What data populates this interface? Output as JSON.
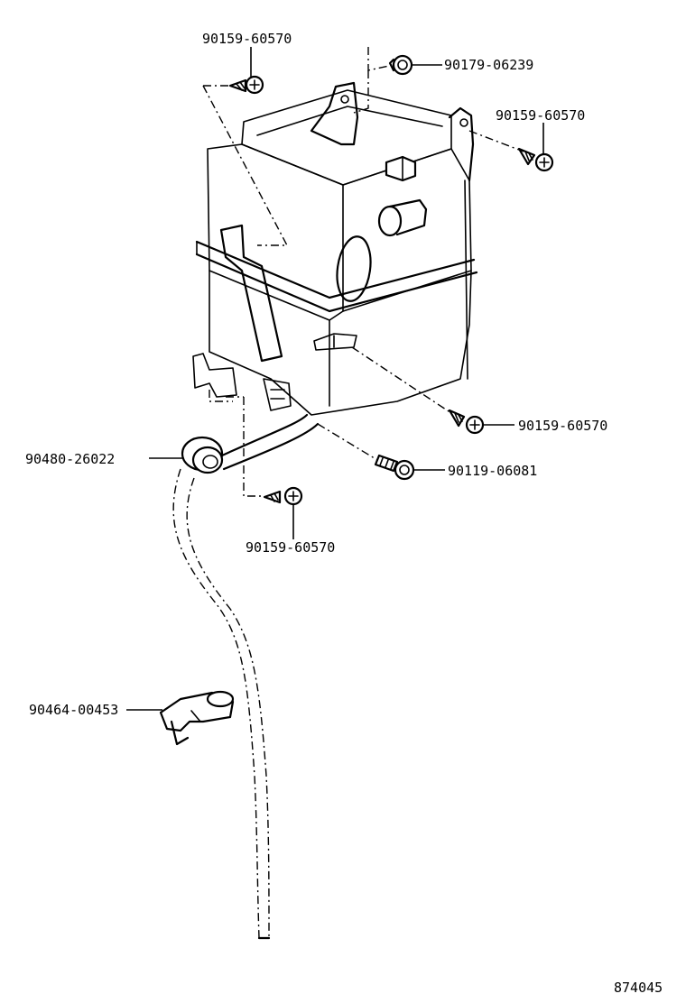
{
  "parts": {
    "screw_top": "90159-60570",
    "bolt_top_right": "90179-06239",
    "screw_right": "90159-60570",
    "screw_mid_right": "90159-60570",
    "bolt_lower_right": "90119-06081",
    "grommet": "90480-26022",
    "screw_bottom": "90159-60570",
    "hose_clamp": "90464-00453"
  },
  "figure_number": "874045"
}
